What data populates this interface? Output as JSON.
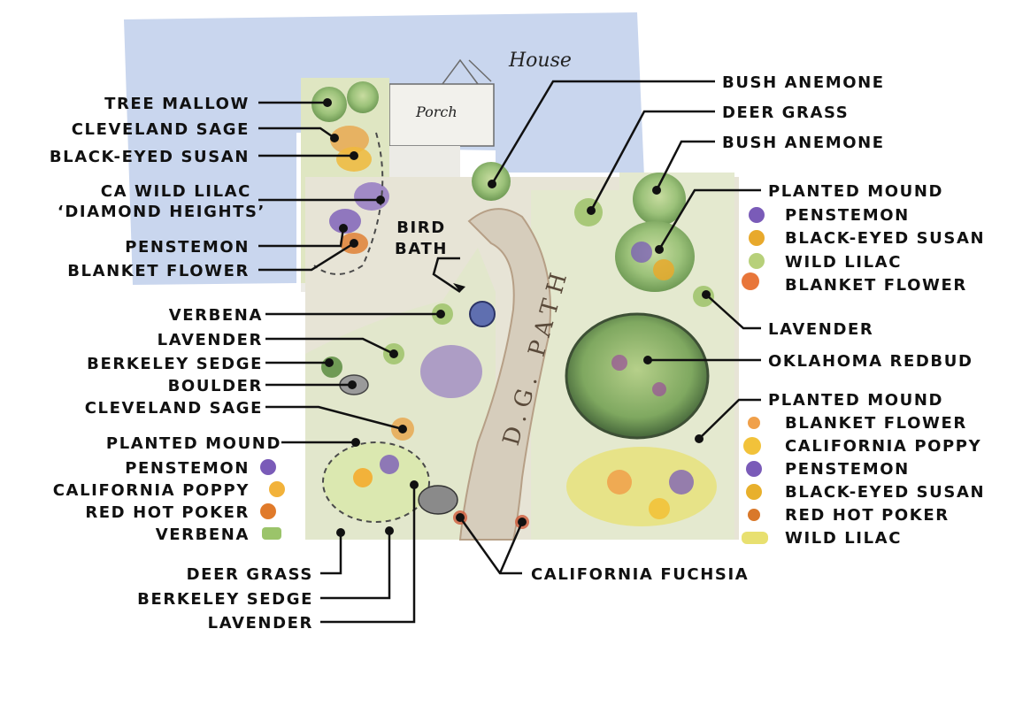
{
  "structures": {
    "house": "House",
    "porch": "Porch",
    "path": "D.G. PATH"
  },
  "labels": {
    "tree_mallow": "TREE MALLOW",
    "cleveland_sage_top": "CLEVELAND SAGE",
    "black_eyed_susan_top": "BLACK-EYED SUSAN",
    "ca_wild_lilac_1": "CA WILD LILAC",
    "ca_wild_lilac_2": "‘DIAMOND HEIGHTS’",
    "penstemon_top": "PENSTEMON",
    "blanket_flower_top": "BLANKET FLOWER",
    "bird_bath_1": "BIRD",
    "bird_bath_2": "BATH",
    "verbena": "VERBENA",
    "lavender_left": "LAVENDER",
    "berkeley_sedge_left": "BERKELEY SEDGE",
    "boulder": "BOULDER",
    "cleveland_sage_left": "CLEVELAND SAGE",
    "planted_mound_left": "PLANTED MOUND",
    "deer_grass_bottom": "DEER GRASS",
    "berkeley_sedge_bottom": "BERKELEY SEDGE",
    "lavender_bottom": "LAVENDER",
    "california_fuchsia": "CALIFORNIA FUCHSIA",
    "bush_anemone_1": "BUSH ANEMONE",
    "deer_grass_right": "DEER GRASS",
    "bush_anemone_2": "BUSH ANEMONE",
    "planted_mound_right_top": "PLANTED MOUND",
    "lavender_right": "LAVENDER",
    "oklahoma_redbud": "OKLAHOMA REDBUD",
    "planted_mound_right_bottom": "PLANTED MOUND"
  },
  "legend_left": [
    {
      "text": "PENSTEMON",
      "icon": "penstemon-swatch",
      "color": "#7a5bb8"
    },
    {
      "text": "CALIFORNIA POPPY",
      "icon": "poppy-swatch",
      "color": "#f2b23a"
    },
    {
      "text": "RED HOT POKER",
      "icon": "red-hot-poker-swatch",
      "color": "#e07a2a"
    },
    {
      "text": "VERBENA",
      "icon": "verbena-swatch",
      "color": "#9bc46a"
    }
  ],
  "legend_right_top": [
    {
      "text": "PENSTEMON",
      "icon": "penstemon-swatch",
      "color": "#7a5bb8"
    },
    {
      "text": "BLACK-EYED SUSAN",
      "icon": "black-eyed-susan-swatch",
      "color": "#e8a92c"
    },
    {
      "text": "WILD LILAC",
      "icon": "wild-lilac-swatch",
      "color": "#b7d07a"
    },
    {
      "text": "BLANKET FLOWER",
      "icon": "blanket-flower-swatch",
      "color": "#e8763a"
    }
  ],
  "legend_right_bottom": [
    {
      "text": "BLANKET FLOWER",
      "icon": "blanket-flower-swatch",
      "color": "#f0a04a"
    },
    {
      "text": "CALIFORNIA POPPY",
      "icon": "poppy-swatch",
      "color": "#f2c23a"
    },
    {
      "text": "PENSTEMON",
      "icon": "penstemon-swatch",
      "color": "#7a5bb8"
    },
    {
      "text": "BLACK-EYED SUSAN",
      "icon": "black-eyed-susan-swatch",
      "color": "#e8b02c"
    },
    {
      "text": "RED HOT POKER",
      "icon": "red-hot-poker-swatch",
      "color": "#d9782a"
    },
    {
      "text": "WILD LILAC",
      "icon": "wild-lilac-swatch",
      "color": "#e8e070"
    }
  ],
  "colors": {
    "sky": "#c9d6ee",
    "ground": "#e9e6dc",
    "path": "#d6cdbc",
    "foliage": "#8fb86a",
    "foliage_dark": "#5f8f4a"
  }
}
